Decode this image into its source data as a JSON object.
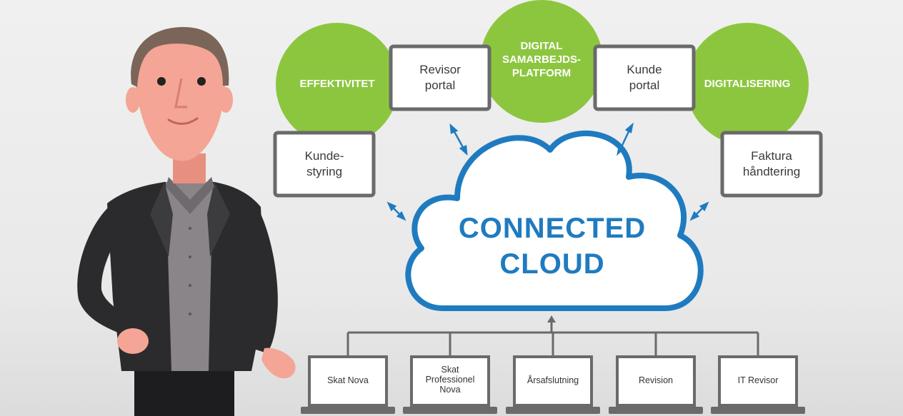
{
  "circles": {
    "effektivitet": "EFFEKTIVITET",
    "digital_platform": "DIGITAL\nSAMARBEJDS-\nPLATFORM",
    "digitalisering": "DIGITALISERING"
  },
  "screens": {
    "revisor_portal": "Revisor\nportal",
    "kunde_portal": "Kunde\nportal",
    "kundestyring": "Kunde-\nstyring",
    "faktura": "Faktura\nhåndtering"
  },
  "cloud": {
    "line1": "CONNECTED",
    "line2": "CLOUD"
  },
  "laptops": [
    "Skat Nova",
    "Skat\nProfessionel\nNova",
    "Årsafslutning",
    "Revision",
    "IT Revisor"
  ],
  "colors": {
    "green": "#8cc63f",
    "cloud_blue": "#1f7bc0",
    "frame_gray": "#6a6a6a",
    "jacket": "#2b2b2d",
    "shirt": "#8a8588",
    "skin": "#f4a595"
  }
}
